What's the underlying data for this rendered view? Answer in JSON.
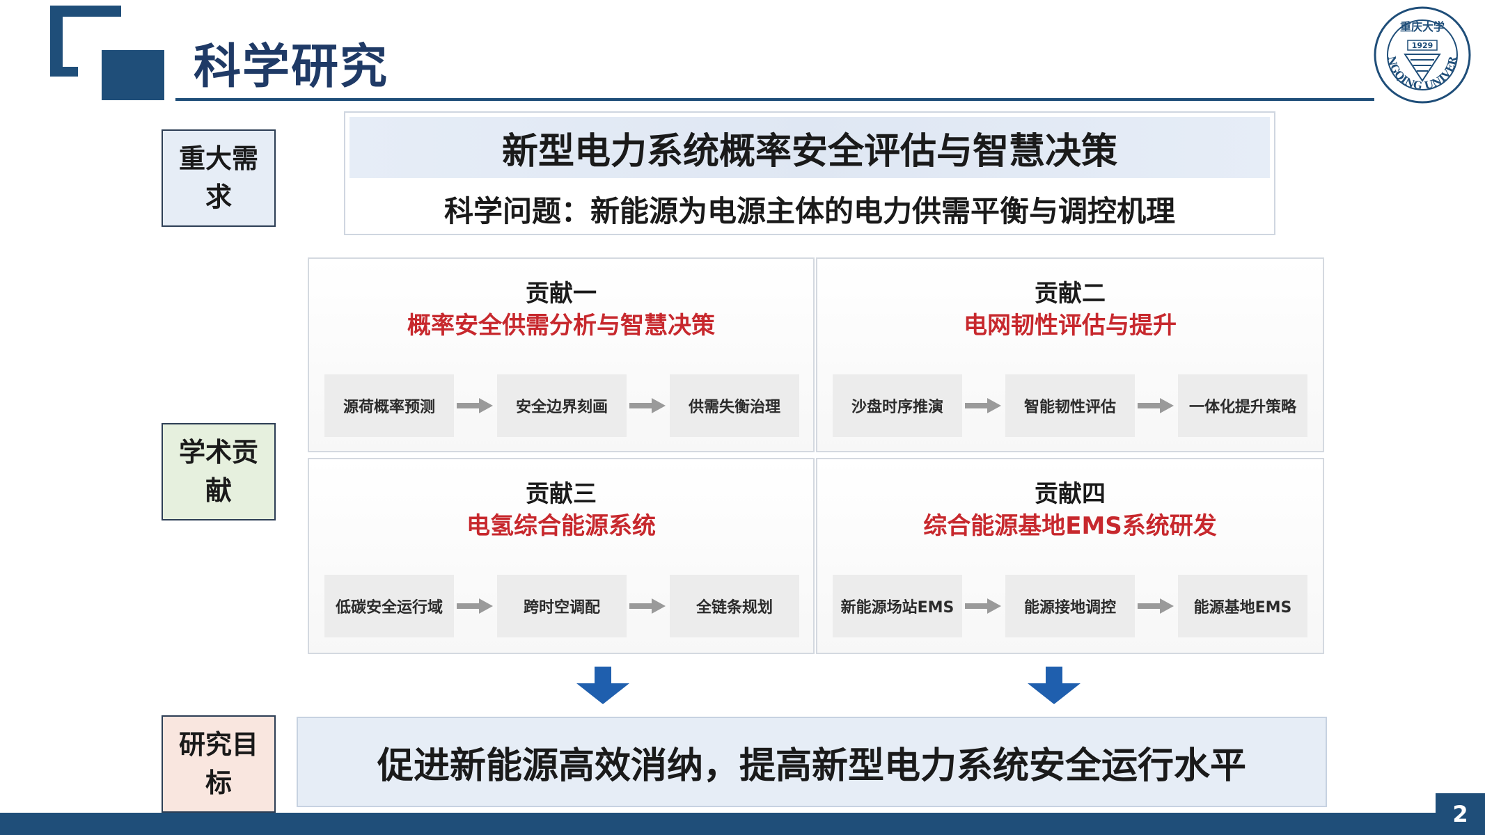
{
  "header": {
    "title": "科学研究"
  },
  "logo": {
    "seal_text": "CHONGQING UNIVERSITY",
    "seal_year": "1929",
    "seal_top_text": "重庆大学"
  },
  "labels": {
    "demand": "重大需求",
    "contribution": "学术贡献",
    "goal": "研究目标"
  },
  "demand": {
    "title": "新型电力系统概率安全评估与智慧决策",
    "subtitle": "科学问题：新能源为电源主体的电力供需平衡与调控机理"
  },
  "contributions": [
    {
      "heading": "贡献一",
      "title": "概率安全供需分析与智慧决策",
      "steps": [
        "源荷概率预测",
        "安全边界刻画",
        "供需失衡治理"
      ]
    },
    {
      "heading": "贡献二",
      "title": "电网韧性评估与提升",
      "steps": [
        "沙盘时序推演",
        "智能韧性评估",
        "一体化提升策略"
      ]
    },
    {
      "heading": "贡献三",
      "title": "电氢综合能源系统",
      "steps": [
        "低碳安全运行域",
        "跨时空调配",
        "全链条规划"
      ]
    },
    {
      "heading": "贡献四",
      "title": "综合能源基地EMS系统研发",
      "steps": [
        "新能源场站EMS",
        "能源接地调控",
        "能源基地EMS"
      ]
    }
  ],
  "goal": {
    "text": "促进新能源高效消纳，提高新型电力系统安全运行水平"
  },
  "footer": {
    "page_number": "2"
  },
  "colors": {
    "navy": "#1f4e79",
    "red": "#c7282d",
    "arrow_blue": "#1f5fae"
  }
}
